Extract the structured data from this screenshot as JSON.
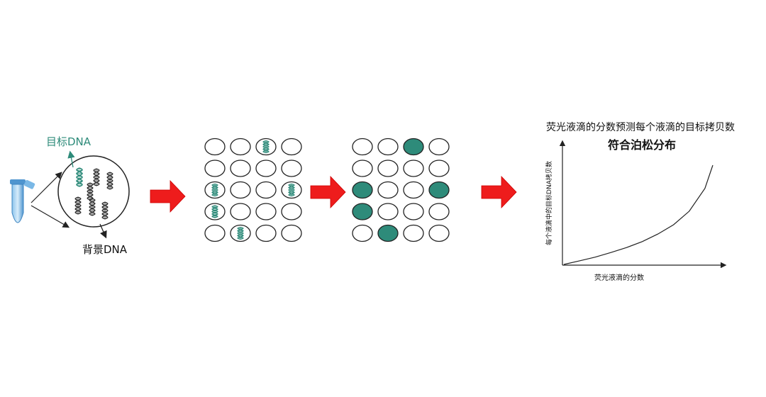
{
  "labels": {
    "target_dna": "目标DNA",
    "background_dna": "背景DNA"
  },
  "grids": {
    "rows": 5,
    "cols": 4,
    "dna_cells": [
      [
        0,
        2
      ],
      [
        2,
        0
      ],
      [
        2,
        3
      ],
      [
        3,
        0
      ],
      [
        4,
        1
      ]
    ],
    "positive_cells": [
      [
        0,
        2
      ],
      [
        2,
        0
      ],
      [
        2,
        3
      ],
      [
        3,
        0
      ],
      [
        4,
        1
      ]
    ]
  },
  "chart_data": {
    "type": "line",
    "title": "荧光液滴的分数预测每个液滴的目标拷贝数",
    "subtitle": "符合泊松分布",
    "xlabel": "荧光液滴的分数",
    "ylabel": "每个液滴中的目标DNA拷贝数",
    "x": [
      0,
      0.1,
      0.2,
      0.3,
      0.4,
      0.5,
      0.6,
      0.7,
      0.8,
      0.9,
      0.95
    ],
    "y": [
      0,
      0.11,
      0.22,
      0.36,
      0.51,
      0.69,
      0.92,
      1.2,
      1.61,
      2.3,
      3.0
    ]
  },
  "colors": {
    "accent": "#2e8b7a",
    "arrow": "#ee1c1c",
    "tube": "#5aa7dc",
    "droplet_stroke": "#222222"
  }
}
